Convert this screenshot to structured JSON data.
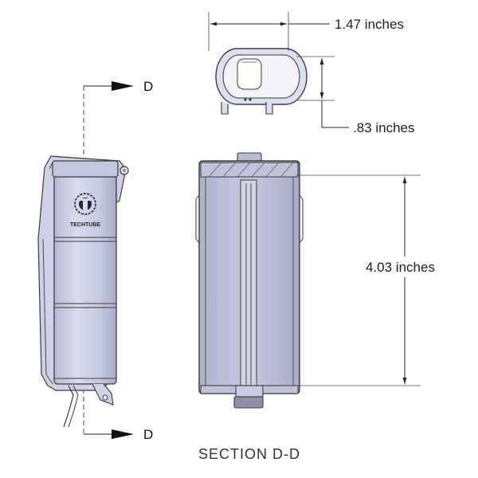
{
  "dimensions": {
    "width": "1.47 inches",
    "depth": ".83 inches",
    "height": "4.03 inches"
  },
  "section": {
    "top_label": "D",
    "bottom_label": "D",
    "caption": "SECTION D-D"
  },
  "logo": {
    "text": "TECHTUBE"
  },
  "colors": {
    "body_fill": "#c9cde3",
    "body_dark": "#a7abc6",
    "outline": "#3a3a3a",
    "cap_fill": "#b8bbd2"
  }
}
